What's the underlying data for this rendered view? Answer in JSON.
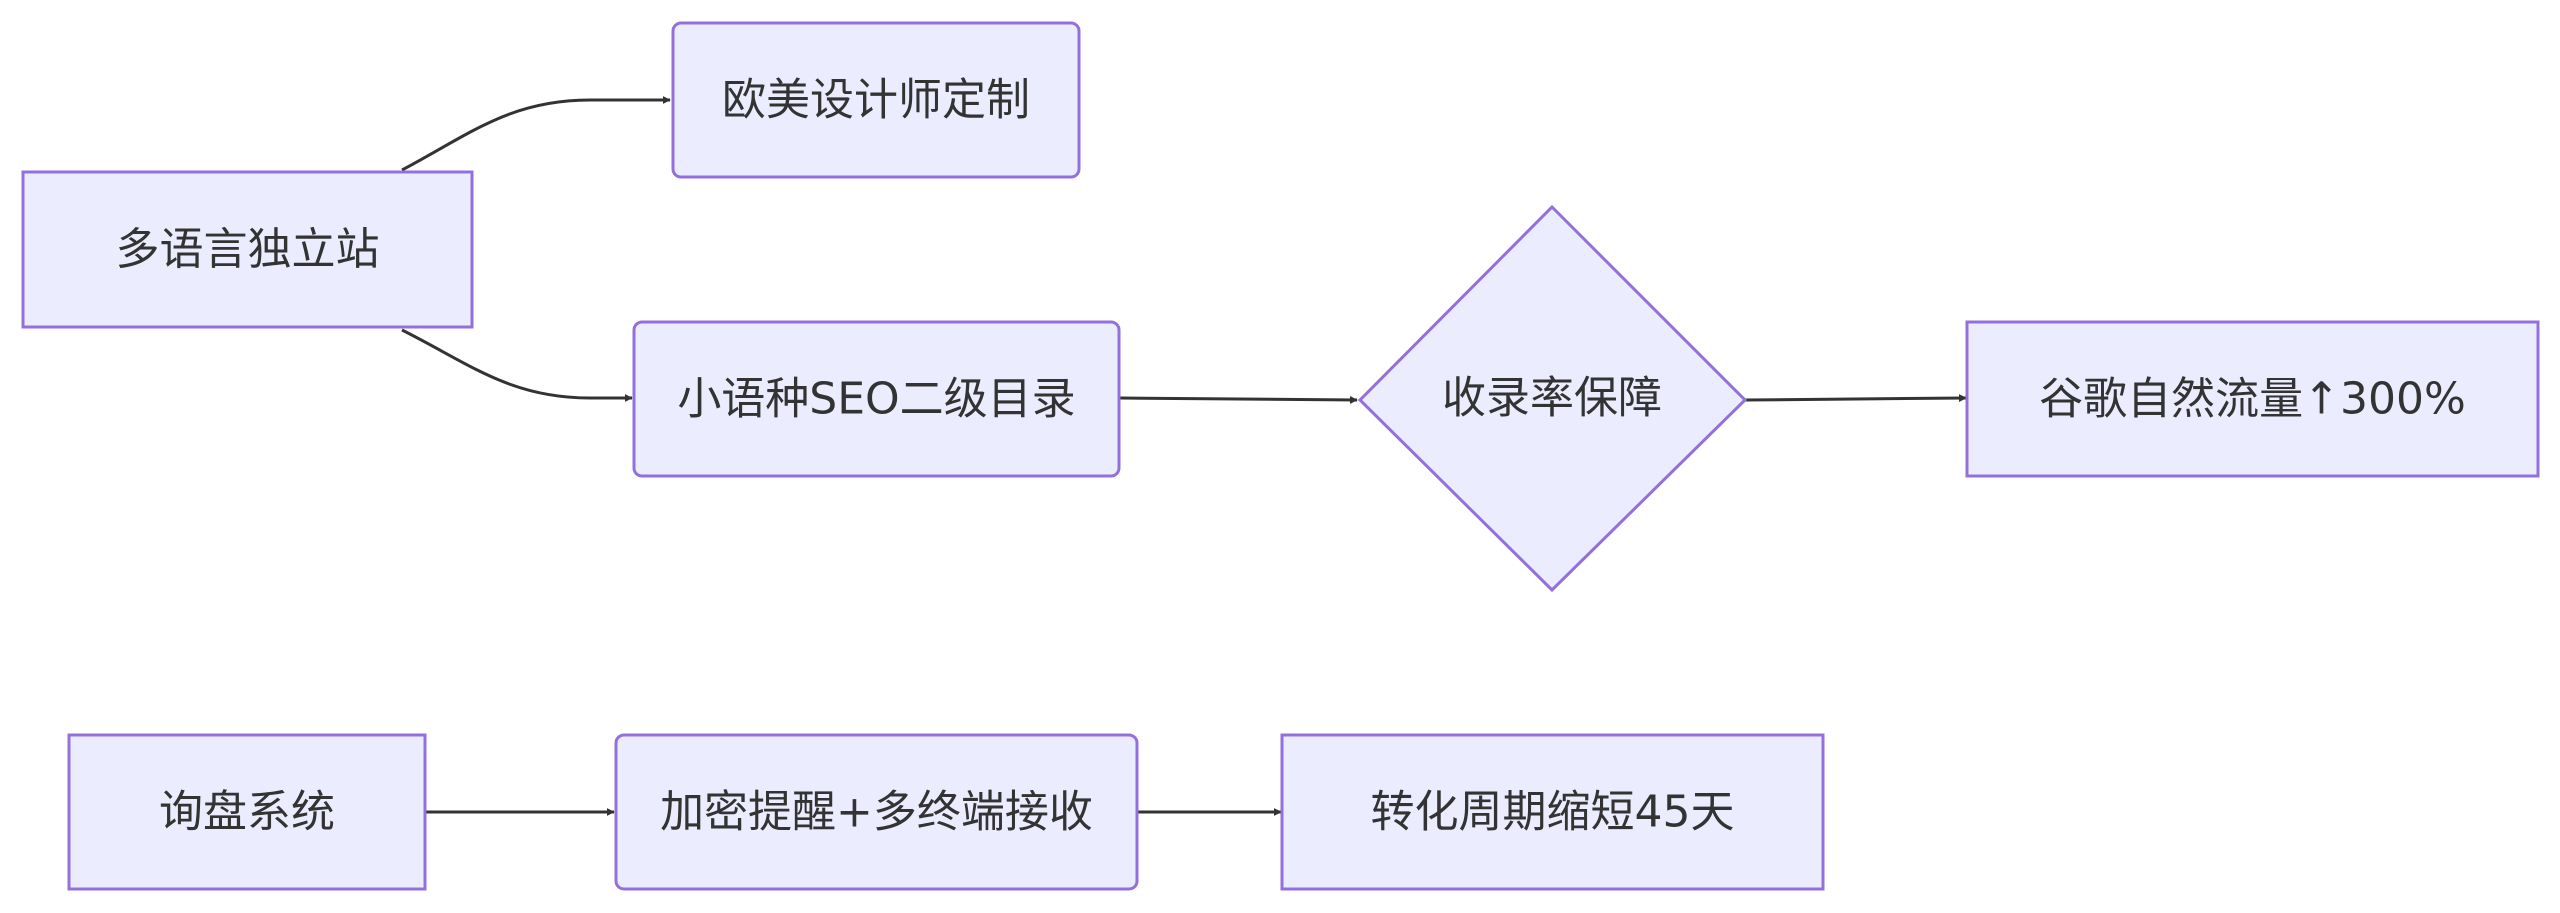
{
  "diagram": {
    "type": "flowchart",
    "direction": "left-to-right",
    "colors": {
      "node_fill": "#ececff",
      "node_stroke": "#9370db",
      "edge": "#333333",
      "text": "#333333",
      "background": "#ffffff"
    },
    "nodes": {
      "multilang_site": {
        "label": "多语言独立站",
        "shape": "rectangle"
      },
      "eu_us_design": {
        "label": "欧美设计师定制",
        "shape": "rounded-rectangle"
      },
      "minor_lang_seo": {
        "label": "小语种SEO二级目录",
        "shape": "rounded-rectangle"
      },
      "indexing": {
        "label": "收录率保障",
        "shape": "diamond"
      },
      "google_traffic": {
        "label": "谷歌自然流量↑300%",
        "shape": "rectangle"
      },
      "inquiry_system": {
        "label": "询盘系统",
        "shape": "rectangle"
      },
      "encrypted_alert": {
        "label": "加密提醒+多终端接收",
        "shape": "rounded-rectangle"
      },
      "conversion_cycle": {
        "label": "转化周期缩短45天",
        "shape": "rectangle"
      }
    },
    "edges": [
      {
        "from": "multilang_site",
        "to": "eu_us_design"
      },
      {
        "from": "multilang_site",
        "to": "minor_lang_seo"
      },
      {
        "from": "minor_lang_seo",
        "to": "indexing"
      },
      {
        "from": "indexing",
        "to": "google_traffic"
      },
      {
        "from": "inquiry_system",
        "to": "encrypted_alert"
      },
      {
        "from": "encrypted_alert",
        "to": "conversion_cycle"
      }
    ]
  }
}
